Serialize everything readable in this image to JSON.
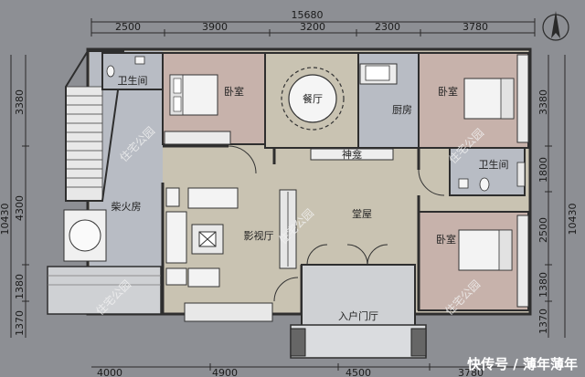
{
  "plan": {
    "dimensions_top": [
      "15680",
      "2500",
      "3900",
      "3200",
      "2300",
      "3780"
    ],
    "dimensions_bottom": [
      "4000",
      "4900",
      "4500",
      "3780"
    ],
    "dimensions_left": [
      "10430",
      "3380",
      "4300",
      "1380",
      "1370"
    ],
    "dimensions_right": [
      "3380",
      "1800",
      "10430",
      "2500",
      "1380",
      "1370"
    ],
    "rooms": {
      "bath_top_left": "卫生间",
      "bedroom_top_left": "卧室",
      "dining": "餐厅",
      "kitchen": "厨房",
      "bedroom_top_right": "卧室",
      "shrine": "神龛",
      "bath_right": "卫生间",
      "firewood_room": "柴火房",
      "hall": "堂屋",
      "tv_hall": "影视厅",
      "bedroom_bottom_right": "卧室",
      "entry_hall": "入户门厅"
    },
    "watermark": "住宅公园",
    "credit": "快传号 / 薄年薄年"
  },
  "colors": {
    "background": "#8d8f94",
    "bedroom_floor": "#c7b2ab",
    "living_floor": "#c9c3b2",
    "service_floor": "#b8bcc4",
    "wall": "#2e2e2e"
  }
}
